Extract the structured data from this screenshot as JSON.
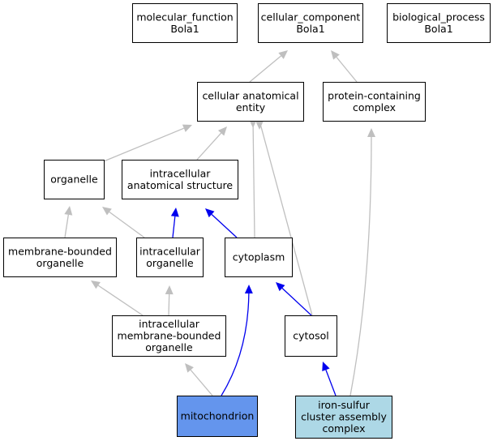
{
  "colors": {
    "default_fill": "#ffffff",
    "mitochondrion_fill": "#6495ed",
    "iron_sulfur_fill": "#add8e6",
    "gray_edge": "#bfbfbf",
    "blue_edge": "#0000ee"
  },
  "nodes": {
    "molecular_function": {
      "lines": [
        "molecular_function",
        "Bola1"
      ]
    },
    "cellular_component": {
      "lines": [
        "cellular_component",
        "Bola1"
      ]
    },
    "biological_process": {
      "lines": [
        "biological_process",
        "Bola1"
      ]
    },
    "cellular_anatomical_entity": {
      "lines": [
        "cellular anatomical",
        "entity"
      ]
    },
    "protein_containing_complex": {
      "lines": [
        "protein-containing",
        "complex"
      ]
    },
    "organelle": {
      "lines": [
        "organelle"
      ]
    },
    "intracellular_anatomical_structure": {
      "lines": [
        "intracellular",
        "anatomical structure"
      ]
    },
    "membrane_bounded_organelle": {
      "lines": [
        "membrane-bounded",
        "organelle"
      ]
    },
    "intracellular_organelle": {
      "lines": [
        "intracellular",
        "organelle"
      ]
    },
    "cytoplasm": {
      "lines": [
        "cytoplasm"
      ]
    },
    "intracellular_membrane_bounded_organelle": {
      "lines": [
        "intracellular",
        "membrane-bounded",
        "organelle"
      ]
    },
    "cytosol": {
      "lines": [
        "cytosol"
      ]
    },
    "mitochondrion": {
      "lines": [
        "mitochondrion"
      ]
    },
    "iron_sulfur_cluster_assembly_complex": {
      "lines": [
        "iron-sulfur",
        "cluster assembly",
        "complex"
      ]
    }
  },
  "edges": [
    {
      "from": "cellular_anatomical_entity",
      "to": "cellular_component",
      "relation": "is_a"
    },
    {
      "from": "protein_containing_complex",
      "to": "cellular_component",
      "relation": "is_a"
    },
    {
      "from": "organelle",
      "to": "cellular_anatomical_entity",
      "relation": "is_a"
    },
    {
      "from": "intracellular_anatomical_structure",
      "to": "cellular_anatomical_entity",
      "relation": "is_a"
    },
    {
      "from": "cytoplasm",
      "to": "cellular_anatomical_entity",
      "relation": "is_a"
    },
    {
      "from": "cytosol",
      "to": "cellular_anatomical_entity",
      "relation": "is_a"
    },
    {
      "from": "membrane_bounded_organelle",
      "to": "organelle",
      "relation": "is_a"
    },
    {
      "from": "intracellular_organelle",
      "to": "organelle",
      "relation": "is_a"
    },
    {
      "from": "intracellular_organelle",
      "to": "intracellular_anatomical_structure",
      "relation": "part_of"
    },
    {
      "from": "cytoplasm",
      "to": "intracellular_anatomical_structure",
      "relation": "part_of"
    },
    {
      "from": "intracellular_membrane_bounded_organelle",
      "to": "membrane_bounded_organelle",
      "relation": "is_a"
    },
    {
      "from": "intracellular_membrane_bounded_organelle",
      "to": "intracellular_organelle",
      "relation": "is_a"
    },
    {
      "from": "cytosol",
      "to": "cytoplasm",
      "relation": "part_of"
    },
    {
      "from": "mitochondrion",
      "to": "intracellular_membrane_bounded_organelle",
      "relation": "is_a"
    },
    {
      "from": "mitochondrion",
      "to": "cytoplasm",
      "relation": "part_of"
    },
    {
      "from": "iron_sulfur_cluster_assembly_complex",
      "to": "cytosol",
      "relation": "part_of"
    },
    {
      "from": "iron_sulfur_cluster_assembly_complex",
      "to": "protein_containing_complex",
      "relation": "is_a"
    }
  ]
}
